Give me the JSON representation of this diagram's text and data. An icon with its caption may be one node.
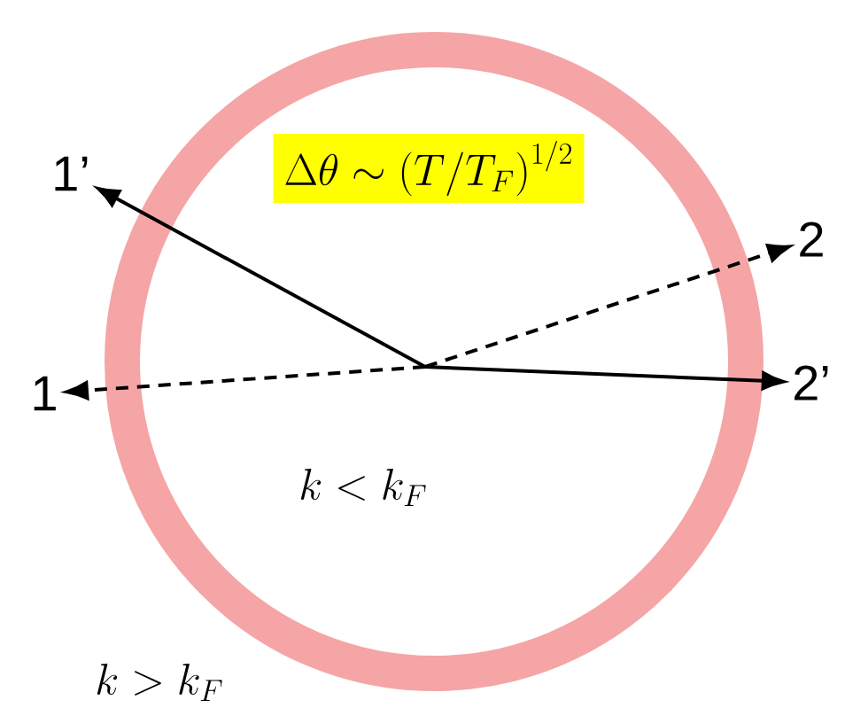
{
  "diagram": {
    "nodes": [
      {
        "text": [
          "\\Delta\\theta\\sim\\left(T/T_{F}\\right)^{1/2}"
        ]
      },
      {
        "text": [
          "1’"
        ]
      },
      {
        "text": [
          "1"
        ]
      },
      {
        "text": [
          "2"
        ]
      },
      {
        "text": [
          "2’"
        ]
      }
    ],
    "edges": [
      {
        "from": null,
        "to": 1,
        "arrow": "to"
      },
      {
        "from": null,
        "to": 2,
        "arrow": "to",
        "style": "dashed"
      },
      {
        "from": null,
        "to": 3,
        "arrow": "to",
        "style": "dashed"
      },
      {
        "from": null,
        "to": 4,
        "arrow": "to"
      }
    ],
    "labels": [
      "k<k_{F}",
      "k>k_{F}"
    ]
  }
}
